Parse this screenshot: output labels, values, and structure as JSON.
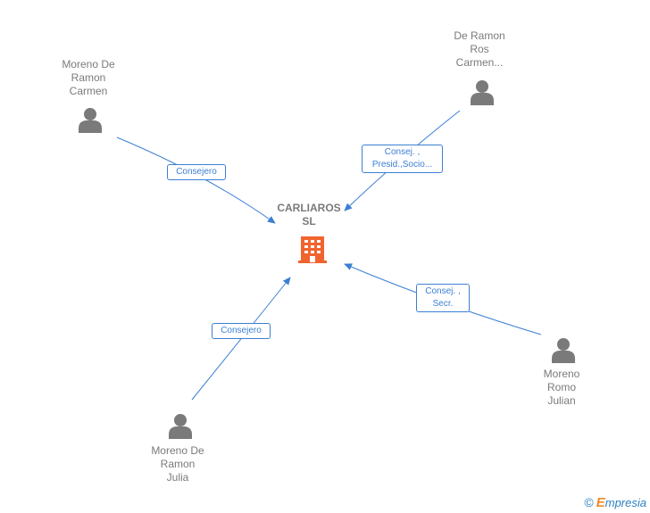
{
  "company": {
    "name_line1": "CARLIAROS",
    "name_line2": "SL",
    "icon": "building-icon",
    "color": "#f0642f"
  },
  "people": [
    {
      "id": "moreno-de-ramon-carmen",
      "lines": [
        "Moreno De",
        "Ramon",
        "Carmen"
      ],
      "icon": "person-icon"
    },
    {
      "id": "de-ramon-ros-carmen",
      "lines": [
        "De Ramon",
        "Ros",
        "Carmen..."
      ],
      "icon": "person-icon"
    },
    {
      "id": "moreno-romo-julian",
      "lines": [
        "Moreno",
        "Romo",
        "Julian"
      ],
      "icon": "person-icon"
    },
    {
      "id": "moreno-de-ramon-julia",
      "lines": [
        "Moreno De",
        "Ramon",
        "Julia"
      ],
      "icon": "person-icon"
    }
  ],
  "relations": [
    {
      "from": "moreno-de-ramon-carmen",
      "lines": [
        "Consejero"
      ]
    },
    {
      "from": "de-ramon-ros-carmen",
      "lines": [
        "Consej. ,",
        "Presid.,Socio..."
      ]
    },
    {
      "from": "moreno-romo-julian",
      "lines": [
        "Consej. ,",
        "Secr."
      ]
    },
    {
      "from": "moreno-de-ramon-julia",
      "lines": [
        "Consejero"
      ]
    }
  ],
  "colors": {
    "edge": "#3b7fd4",
    "person": "#7a7a7a",
    "label_text": "#7a7a7a"
  },
  "footer": {
    "copyright_symbol": "©",
    "brand_initial": "E",
    "brand_rest": "mpresia"
  }
}
